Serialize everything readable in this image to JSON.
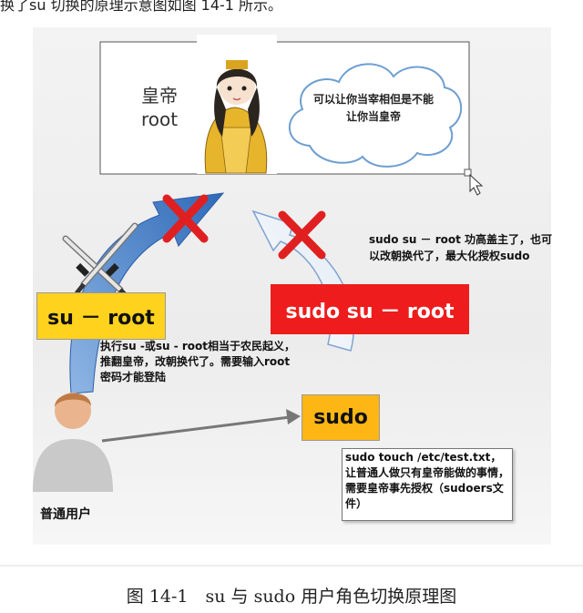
{
  "top_text": "换了su 切换的原理示意图如图 14-1 所示。",
  "emperor": {
    "label_line1": "皇帝",
    "label_line2": "root"
  },
  "cloud_text": "可以让你当宰相但是不能让你当皇帝",
  "su_label": "su － root",
  "su_note": "执行su -或su - root相当于农民起义，推翻皇帝，改朝换代了。需要输入root密码才能登陆",
  "sudo_su_label": "sudo su － root",
  "sudo_su_note": "sudo su － root 功高盖主了，也可以改朝换代了，最大化授权sudo",
  "sudo_label": "sudo",
  "sudo_note": "sudo touch /etc/test.txt，让普通人做只有皇帝能做的事情，需要皇帝事先授权（sudoers文件）",
  "user_label": "普通用户",
  "caption": "图 14-1　su 与 sudo 用户角色切换原理图",
  "colors": {
    "su": "#ffd21e",
    "sudo_su": "#ee1c1c",
    "sudo": "#fdb614",
    "arrow_blue": "#4a86c8",
    "cross": "#e02020"
  }
}
